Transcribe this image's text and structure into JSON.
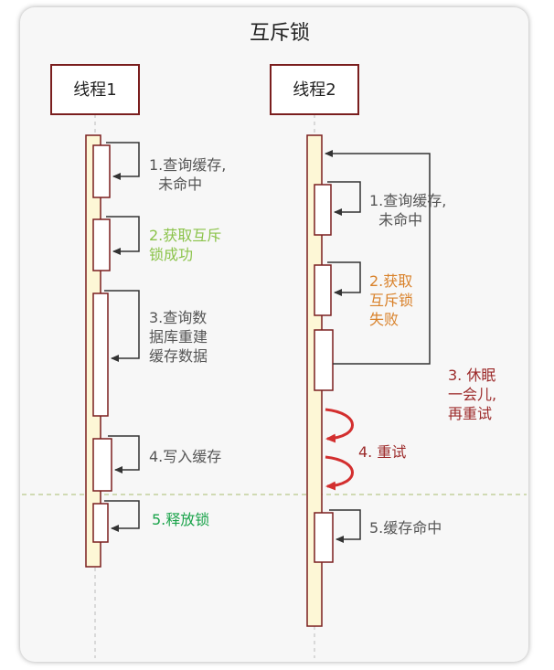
{
  "title": "互斥锁",
  "threads": [
    {
      "label": "线程1"
    },
    {
      "label": "线程2"
    }
  ],
  "thread1_steps": [
    {
      "lines": [
        "1.查询缓存,",
        "  未命中"
      ],
      "color": "#555555"
    },
    {
      "lines": [
        "2.获取互斥",
        "锁成功"
      ],
      "color": "#8bc34a"
    },
    {
      "lines": [
        "3.查询数",
        "据库重建",
        "缓存数据"
      ],
      "color": "#555555"
    },
    {
      "lines": [
        "4.写入缓存"
      ],
      "color": "#555555"
    },
    {
      "lines": [
        "5.释放锁"
      ],
      "color": "#1aa34a"
    }
  ],
  "thread2_steps": [
    {
      "lines": [
        "1.查询缓存,",
        "  未命中"
      ],
      "color": "#555555"
    },
    {
      "lines": [
        "2.获取",
        "互斥锁",
        "失败"
      ],
      "color": "#d9822b"
    },
    {
      "lines": [
        "3. 休眠",
        "一会儿,",
        "再重试"
      ],
      "color": "#9c2a2a"
    },
    {
      "lines": [
        "4. 重试"
      ],
      "color": "#9c2a2a"
    },
    {
      "lines": [
        "5.缓存命中"
      ],
      "color": "#555555"
    }
  ],
  "colors": {
    "box_border": "#7a1e1e",
    "lifeline_fill": "#fdf7d6",
    "activation_fill": "#ffffff",
    "arrow": "#333333",
    "retry_arrow": "#d32f2f",
    "divider": "#b9c98a",
    "dashed_lifeline": "#bbbbbb"
  }
}
